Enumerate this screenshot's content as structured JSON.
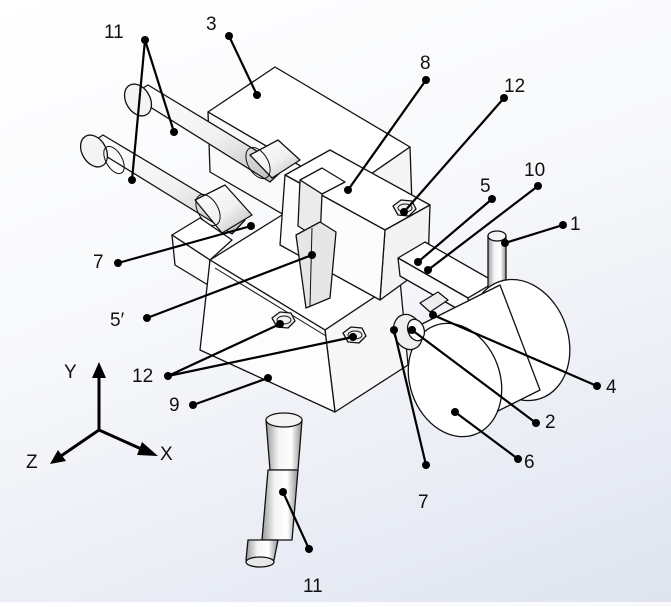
{
  "callouts": {
    "c11a": "11",
    "c3": "3",
    "c8": "8",
    "c12a": "12",
    "c5": "5",
    "c10": "10",
    "c1": "1",
    "c7a": "7",
    "c5p": "5′",
    "c12b": "12",
    "c9": "9",
    "c4": "4",
    "c2": "2",
    "c6": "6",
    "c7b": "7",
    "c11b": "11"
  },
  "axes": {
    "y": "Y",
    "z": "Z",
    "x": "X"
  },
  "colors": {
    "background": "#eef0f5",
    "line": "#111111",
    "face": "#ffffff"
  }
}
